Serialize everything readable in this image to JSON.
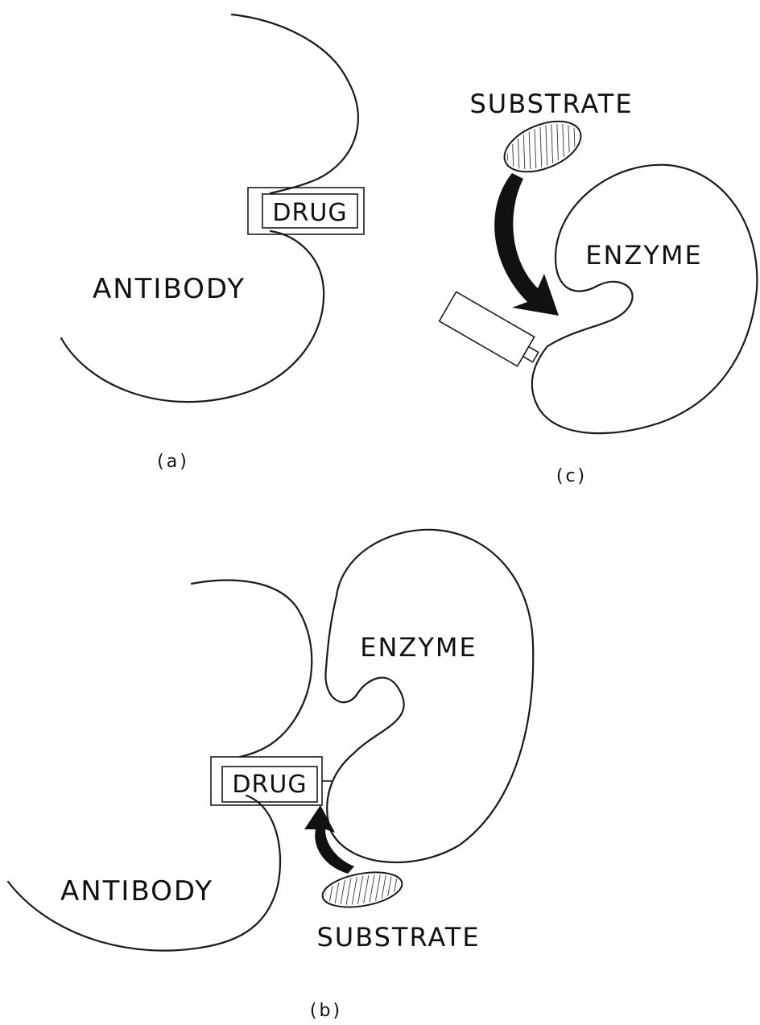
{
  "panel_a": {
    "antibody_label": "ANTIBODY",
    "drug_label": "DRUG",
    "caption": "(a)"
  },
  "panel_c": {
    "substrate_label": "SUBSTRATE",
    "enzyme_label": "ENZYME",
    "caption": "(c)"
  },
  "panel_b": {
    "enzyme_label": "ENZYME",
    "drug_label": "DRUG",
    "antibody_label": "ANTIBODY",
    "substrate_label": "SUBSTRATE",
    "caption": "(b)"
  }
}
